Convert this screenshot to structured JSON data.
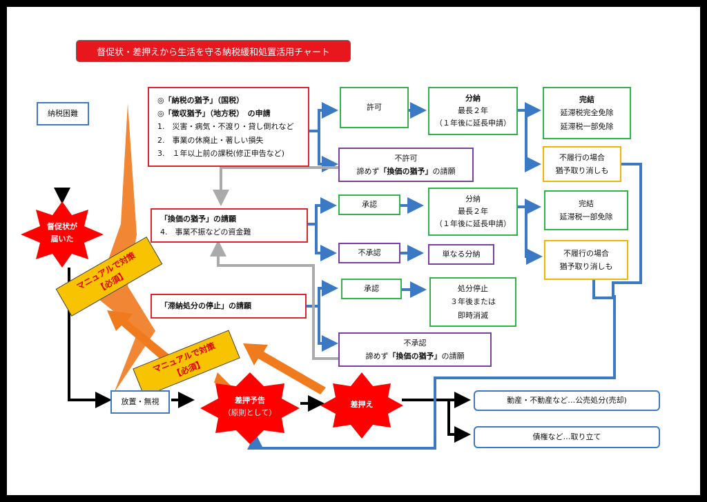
{
  "title": "督促状・差押えから生活を守る納税緩和処置活用チャート",
  "start": {
    "label": "納税困難"
  },
  "notice": {
    "line1": "督促状が",
    "line2": "届いた"
  },
  "ignore": {
    "label": "放置・無視"
  },
  "seizure_notice": {
    "line1": "差押予告",
    "line2": "（原則として）"
  },
  "seizure": {
    "label": "差押え"
  },
  "manual_tags": [
    {
      "line1": "マニュアルで対策",
      "line2": "【必須】"
    },
    {
      "line1": "マニュアルで対策",
      "line2": "【必須】"
    }
  ],
  "request1": {
    "line1": "◎「納税の猶予」（国税）",
    "line2": "◎「徴収猶予」（地方税）　の申請",
    "items": [
      "1.　災害・病気・不渡り・貸し倒れなど",
      "2.　事業の休廃止・著しい損失",
      "3.　１年以上前の課税(修正申告など)"
    ]
  },
  "permit": {
    "label": "許可"
  },
  "installment1": {
    "title": "分納",
    "line2": "最長２年",
    "line3": "（１年後に延長申請）"
  },
  "complete1": {
    "title": "完結",
    "line2": "延滞税完全免除",
    "line3": "延滞税一部免除"
  },
  "default1": {
    "line1": "不履行の場合",
    "line2": "猶予取り消しも"
  },
  "reject1": {
    "line1": "不許可",
    "line2_pre": "諦めず",
    "line2_bold": "「換価の猶予」",
    "line2_post": "の請願"
  },
  "request2": {
    "line1": "「換価の猶予」の請願",
    "line2": "4.　事業不振などの資金難"
  },
  "approve2": {
    "label": "承認"
  },
  "installment2": {
    "title": "分納",
    "line2": "最長２年",
    "line3": "（１年後に延長申請）"
  },
  "complete2": {
    "title": "完結",
    "line2": "延滞税一部免除"
  },
  "default2": {
    "line1": "不履行の場合",
    "line2": "猶予取り消しも"
  },
  "reject2": {
    "label": "不承認"
  },
  "simple_installment": {
    "label": "単なる分納"
  },
  "request3": {
    "line1": "「滞納処分の停止」の請願"
  },
  "approve3": {
    "label": "承認"
  },
  "stop": {
    "line1": "処分停止",
    "line2": "３年後または",
    "line3": "即時消滅"
  },
  "reject3": {
    "line1": "不承認",
    "line2_pre": "諦めず",
    "line2_bold": "「換価の猶予」",
    "line2_post": "の請願"
  },
  "outcome1": {
    "label": "動産・不動産など…公売処分(売却)"
  },
  "outcome2": {
    "label": "債権など…取り立て"
  },
  "colors": {
    "green": "#2fb24a",
    "purple": "#7a3fa0",
    "red": "#d8262c",
    "yellow": "#f2b400",
    "blue": "#3b79c4",
    "orange": "#f07a1e",
    "title_bg": "#e8161d"
  }
}
